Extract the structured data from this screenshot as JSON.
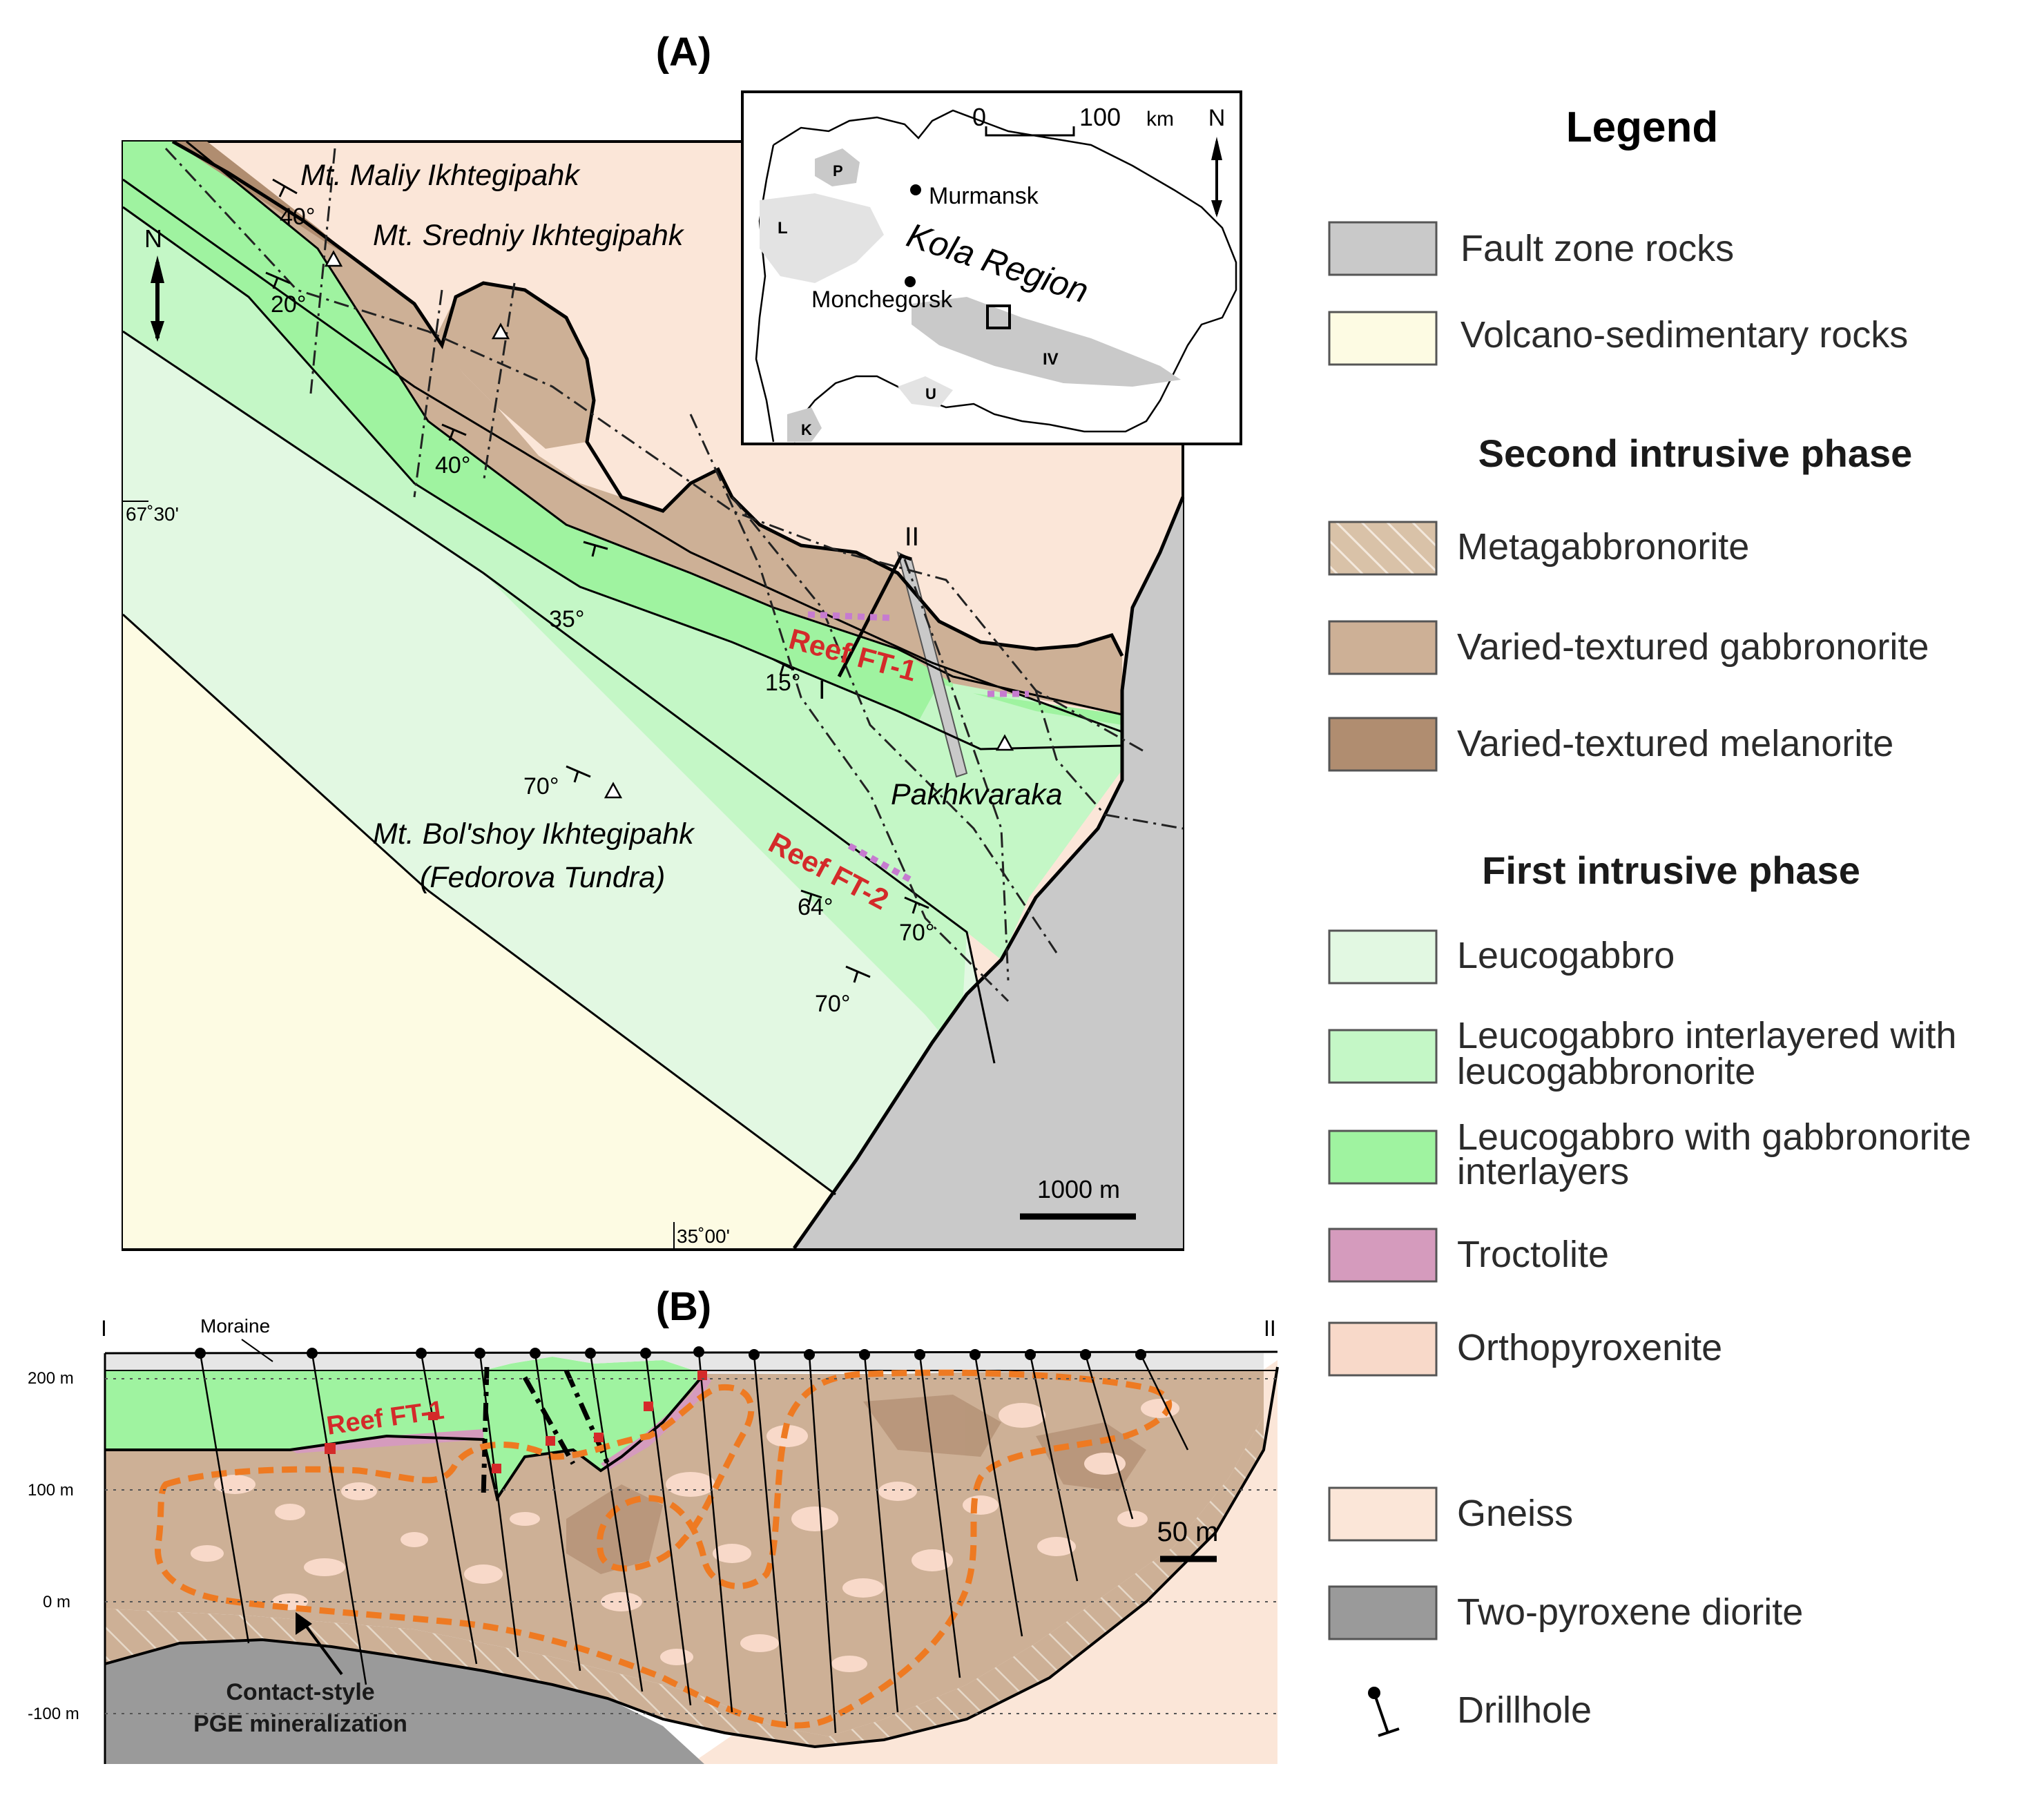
{
  "panel_a": {
    "label": "(A)",
    "place_names": {
      "maliy": "Mt. Maliy Ikhtegipahk",
      "sredniy": "Mt. Sredniy Ikhtegipahk",
      "bolshoy": "Mt. Bol'shoy Ikhtegipahk",
      "fedorova": "(Fedorova Tundra)",
      "pakhkvaraka": "Pakhkvaraka"
    },
    "reefs": {
      "ft1": "Reef FT-1",
      "ft2": "Reef FT-2"
    },
    "dips": {
      "d40a": "40°",
      "d20": "20°",
      "d40b": "40°",
      "d35": "35°",
      "d15": "15°",
      "d70a": "70°",
      "d64": "64°",
      "d70b": "70°",
      "d70c": "70°"
    },
    "section_ends": {
      "start": "I",
      "end": "II"
    },
    "lat": "67˚30'",
    "lon": "35˚00'",
    "north": "N",
    "scale": "1000 m"
  },
  "inset": {
    "scale_zero": "0",
    "scale_hundred": "100",
    "scale_unit": "km",
    "north": "N",
    "cities": {
      "murmansk": "Murmansk",
      "monchegorsk": "Monchegorsk"
    },
    "region": "Kola Region",
    "zones": {
      "p": "P",
      "l": "L",
      "u": "U",
      "k": "K",
      "iv": "IV"
    }
  },
  "panel_b": {
    "label": "(B)",
    "section_start": "I",
    "section_end": "II",
    "moraine": "Moraine",
    "reef": "Reef FT-1",
    "elevations": [
      "200 m",
      "100 m",
      "0 m",
      "-100 m"
    ],
    "scale": "50 m",
    "note_line1": "Contact-style",
    "note_line2": "PGE mineralization"
  },
  "legend": {
    "title": "Legend",
    "fault": "Fault zone rocks",
    "volcano": "Volcano-sedimentary rocks",
    "second_head": "Second intrusive phase",
    "metagabbro": "Metagabbronorite",
    "varied_gabbro": "Varied-textured gabbronorite",
    "varied_melanorite": "Varied-textured melanorite",
    "first_head": "First intrusive phase",
    "leucogabbro": "Leucogabbro",
    "interlayered_1": "Leucogabbro interlayered with",
    "interlayered_2": "leucogabbronorite",
    "gabbronorite_1": "Leucogabbro with gabbronorite",
    "gabbronorite_2": "interlayers",
    "troctolite": "Troctolite",
    "orthopyroxenite": "Orthopyroxenite",
    "gneiss": "Gneiss",
    "diorite": "Two-pyroxene diorite",
    "drillhole": "Drillhole"
  },
  "colors": {
    "fault": "#c9c9c9",
    "volcano": "#fdfbe3",
    "metagabbro": "#d9c2a8",
    "varied_gabbro": "#cdb096",
    "varied_melanorite": "#b08d70",
    "leucogabbro": "#e2f8e2",
    "interlayered": "#c4f7c6",
    "gabbronorite": "#9ff3a0",
    "troctolite": "#d59bbd",
    "orthopyroxenite": "#f8d9c9",
    "gneiss": "#fbe6d8",
    "diorite": "#9a9a9a",
    "reef_red": "#d42a2a",
    "contact_orange": "#ee7a22"
  }
}
